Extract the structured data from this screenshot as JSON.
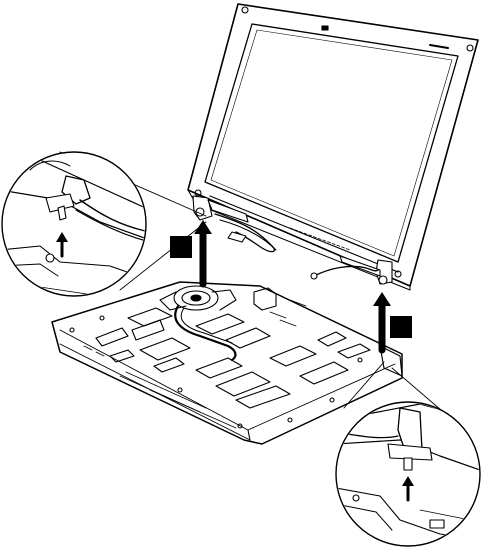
{
  "figure": {
    "step_badges": [
      {
        "label": ""
      },
      {
        "label": ""
      }
    ],
    "callouts": [
      {
        "name": "left-hinge-detail"
      },
      {
        "name": "right-hinge-detail"
      }
    ],
    "arrows": [
      {
        "direction": "up"
      },
      {
        "direction": "up"
      }
    ],
    "colors": {
      "line": "#000000",
      "screen": "#ffffff",
      "badge": "#000000"
    }
  }
}
